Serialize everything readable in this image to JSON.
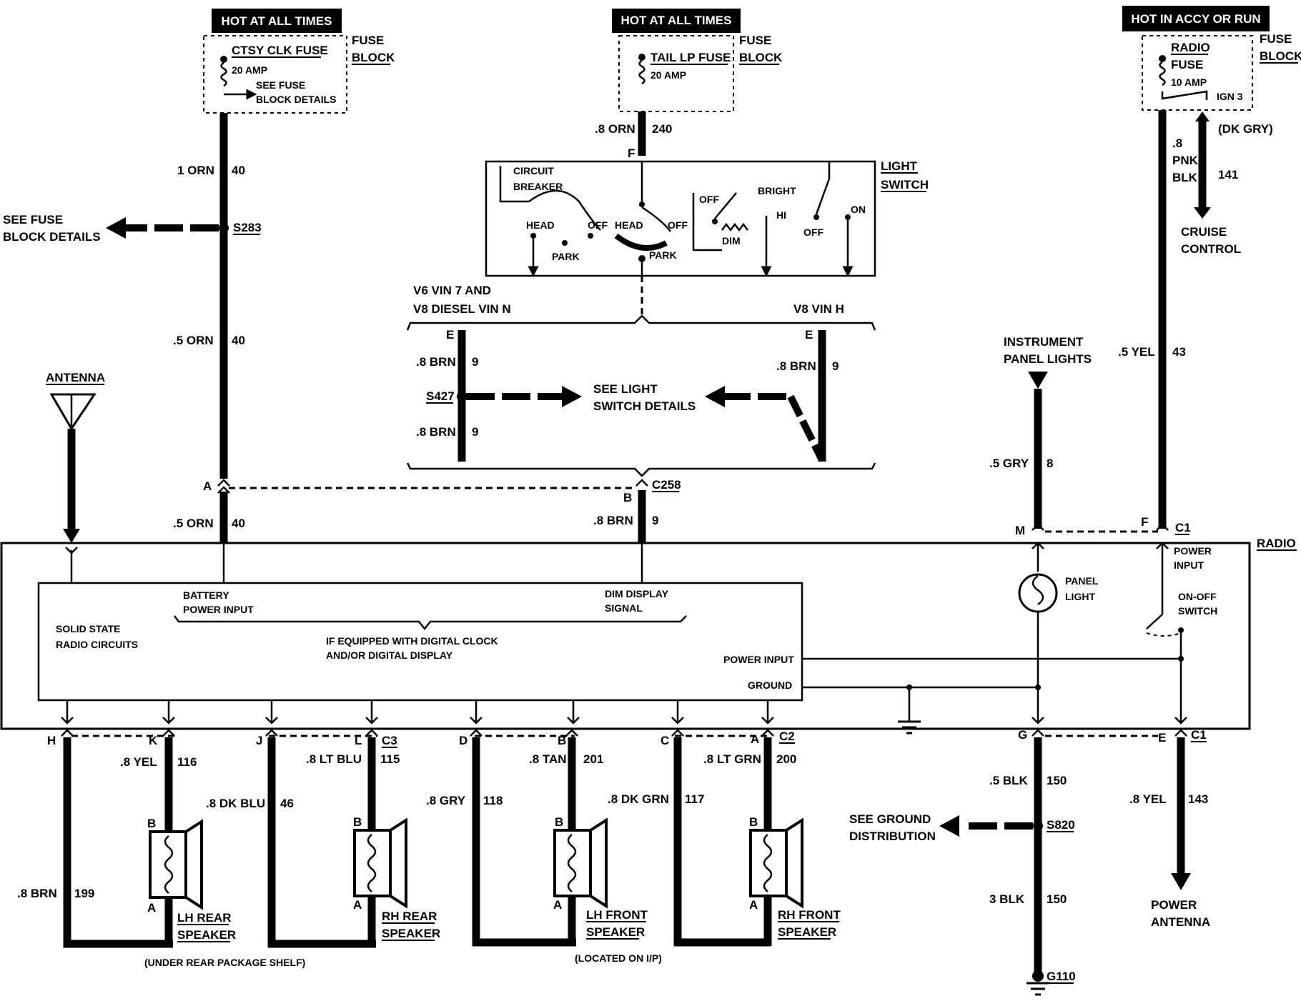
{
  "power_sources": {
    "ctsy": "HOT AT ALL TIMES",
    "tail": "HOT AT ALL TIMES",
    "radio": "HOT IN ACCY OR RUN"
  },
  "fuses": {
    "ctsy_name": "CTSY CLK FUSE",
    "ctsy_amp": "20 AMP",
    "ctsy_see_1": "SEE FUSE",
    "ctsy_see_2": "BLOCK DETAILS",
    "tail_name": "TAIL LP FUSE",
    "tail_amp": "20 AMP",
    "radio_name_1": "RADIO",
    "radio_name_2": "FUSE",
    "radio_amp": "10 AMP",
    "radio_ign": "IGN 3",
    "fuse_label_1": "FUSE",
    "fuse_label_2": "BLOCK"
  },
  "wires": {
    "w40_gauge_top": "1 ORN",
    "w40_num": "40",
    "w40_gauge_mid": ".5 ORN",
    "w40_gauge_low": ".5 ORN",
    "w240_gauge": ".8 ORN",
    "w240_num": "240",
    "w9_gauge": ".8 BRN",
    "w9_num": "9",
    "w141_gauge_1": ".8",
    "w141_gauge_2": "PNK/",
    "w141_gauge_3": "BLK",
    "w141_num": "141",
    "w141_alt": "(DK GRY)",
    "w43_gauge": ".5 YEL",
    "w43_num": "43",
    "w8_gauge": ".5 GRY",
    "w8_num": "8",
    "w199_gauge": ".8 BRN",
    "w199_num": "199",
    "w116_gauge": ".8 YEL",
    "w116_num": "116",
    "w46_gauge": ".8 DK BLU",
    "w46_num": "46",
    "w115_gauge": ".8 LT BLU",
    "w115_num": "115",
    "w118_gauge": ".8 GRY",
    "w118_num": "118",
    "w201_gauge": ".8 TAN",
    "w201_num": "201",
    "w117_gauge": ".8 DK GRN",
    "w117_num": "117",
    "w200_gauge": ".8 LT GRN",
    "w200_num": "200",
    "w150_gauge_top": ".5 BLK",
    "w150_gauge_low": "3 BLK",
    "w150_num": "150",
    "w143_gauge": ".8 YEL",
    "w143_num": "143"
  },
  "splices": {
    "s283": "S283",
    "s427": "S427",
    "s820": "S820",
    "g110": "G110"
  },
  "connectors": {
    "c258": "C258",
    "c1": "C1",
    "c2": "C2",
    "c3": "C3",
    "pin_a": "A",
    "pin_b": "B",
    "pin_c": "C",
    "pin_d": "D",
    "pin_e": "E",
    "pin_f": "F",
    "pin_g": "G",
    "pin_h": "H",
    "pin_j": "J",
    "pin_k": "K",
    "pin_l": "L",
    "pin_m": "M"
  },
  "references": {
    "see_fuse_1": "SEE FUSE",
    "see_fuse_2": "BLOCK DETAILS",
    "see_light_1": "SEE LIGHT",
    "see_light_2": "SWITCH DETAILS",
    "see_ground_1": "SEE GROUND",
    "see_ground_2": "DISTRIBUTION",
    "cruise_1": "CRUISE",
    "cruise_2": "CONTROL",
    "instrument_1": "INSTRUMENT",
    "instrument_2": "PANEL LIGHTS",
    "power_ant_1": "POWER",
    "power_ant_2": "ANTENNA",
    "antenna": "ANTENNA"
  },
  "light_switch": {
    "title_1": "LIGHT",
    "title_2": "SWITCH",
    "circuit_1": "CIRCUIT",
    "circuit_2": "BREAKER",
    "head": "HEAD",
    "off": "OFF",
    "park": "PARK",
    "bright": "BRIGHT",
    "hi": "HI",
    "dim": "DIM",
    "on": "ON"
  },
  "vin": {
    "v6_1": "V6 VIN 7 AND",
    "v6_2": "V8 DIESEL VIN N",
    "v8": "V8 VIN H"
  },
  "radio": {
    "title": "RADIO",
    "solid_1": "SOLID STATE",
    "solid_2": "RADIO CIRCUITS",
    "battery_1": "BATTERY",
    "battery_2": "POWER INPUT",
    "dim_1": "DIM DISPLAY",
    "dim_2": "SIGNAL",
    "clock_1": "IF EQUIPPED WITH DIGITAL CLOCK",
    "clock_2": "AND/OR DIGITAL DISPLAY",
    "power_input": "POWER INPUT",
    "ground": "GROUND",
    "panel_1": "PANEL",
    "panel_2": "LIGHT",
    "pwr_1": "POWER",
    "pwr_2": "INPUT",
    "onoff_1": "ON-OFF",
    "onoff_2": "SWITCH"
  },
  "speakers": {
    "lh_rear_1": "LH REAR",
    "rh_rear_1": "RH REAR",
    "lh_front_1": "LH FRONT",
    "rh_front_1": "RH FRONT",
    "speaker": "SPEAKER",
    "rear_note": "(UNDER REAR PACKAGE SHELF)",
    "front_note": "(LOCATED ON I/P)"
  }
}
